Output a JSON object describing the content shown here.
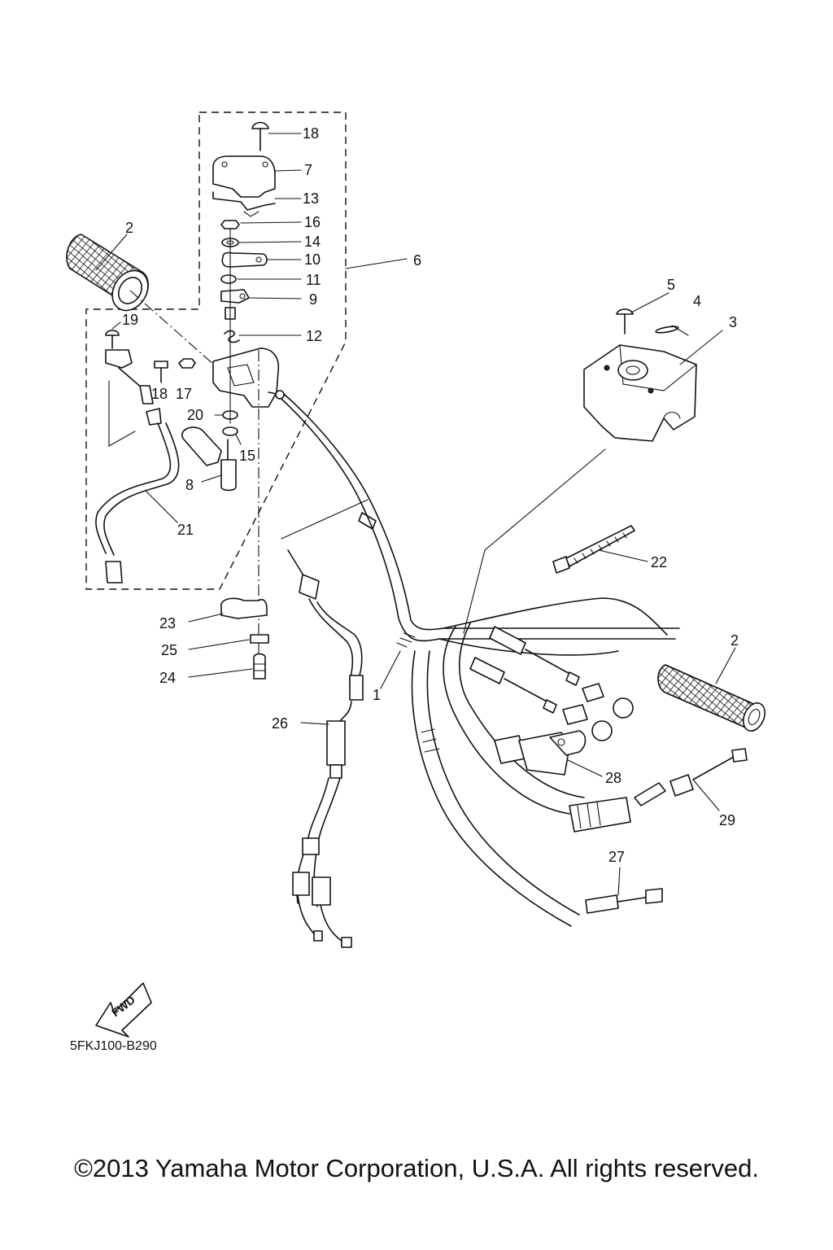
{
  "diagram": {
    "callouts": {
      "1": "1",
      "2": "2",
      "3": "3",
      "4": "4",
      "5": "5",
      "6": "6",
      "7": "7",
      "8": "8",
      "9": "9",
      "10": "10",
      "11": "11",
      "12": "12",
      "13": "13",
      "14": "14",
      "15": "15",
      "16": "16",
      "17": "17",
      "18": "18",
      "19": "19",
      "20": "20",
      "21": "21",
      "22": "22",
      "23": "23",
      "24": "24",
      "25": "25",
      "26": "26",
      "27": "27",
      "28": "28",
      "29": "29"
    },
    "fwd_label": "FWD",
    "drawing_code": "5FKJ100-B290"
  },
  "footer": {
    "copyright": "©2013 Yamaha Motor Corporation, U.S.A. All rights reserved."
  }
}
